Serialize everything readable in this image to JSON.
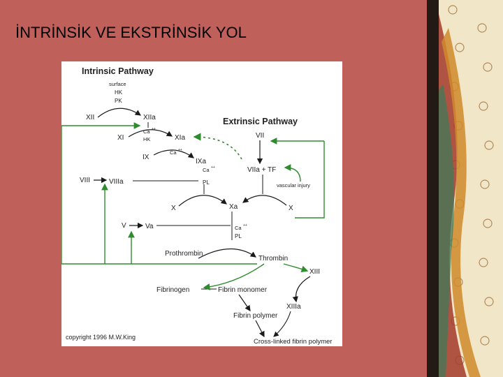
{
  "slide": {
    "title": "İNTRİNSİK VE EKSTRİNSİK YOL"
  },
  "diagram": {
    "intrinsic_title": "Intrinsic Pathway",
    "extrinsic_title": "Extrinsic Pathway",
    "labels": {
      "surface": "surface",
      "hk": "HK",
      "pk": "PK",
      "xii": "XII",
      "xiia": "XIIa",
      "xi": "XI",
      "ca_hk_ca": "Ca",
      "ca_hk_hk": "HK",
      "xia": "XIa",
      "ca_ix": "Ca",
      "ix": "IX",
      "ixa": "IXa",
      "ca_pl_ca": "Ca",
      "ca_pl_pl": "PL",
      "viii": "VIII",
      "viiia": "VIIIa",
      "vii": "VII",
      "viia_tf": "VIIa + TF",
      "vascular_injury": "vascular injury",
      "x_left": "X",
      "xa": "Xa",
      "x_right": "X",
      "v": "V",
      "va": "Va",
      "ca_pl2_ca": "Ca",
      "ca_pl2_pl": "PL",
      "prothrombin": "Prothrombin",
      "thrombin": "Thrombin",
      "xiii": "XIII",
      "fibrinogen": "Fibrinogen",
      "fibrin_monomer": "Fibrin monomer",
      "xiiia": "XIIIa",
      "fibrin_polymer": "Fibrin polymer",
      "cross_linked": "Cross-linked fibrin polymer",
      "copyright": "copyright 1996 M.W.King",
      "superscript": "++"
    }
  },
  "colors": {
    "slide_background": "#c0605a",
    "divider": "#241a15",
    "floral_panel": "#f2e6c8",
    "arrow_dark": "#1a1a1a",
    "arrow_green": "#2e8b2e"
  },
  "icons": [
    "floral-pattern-icon"
  ]
}
